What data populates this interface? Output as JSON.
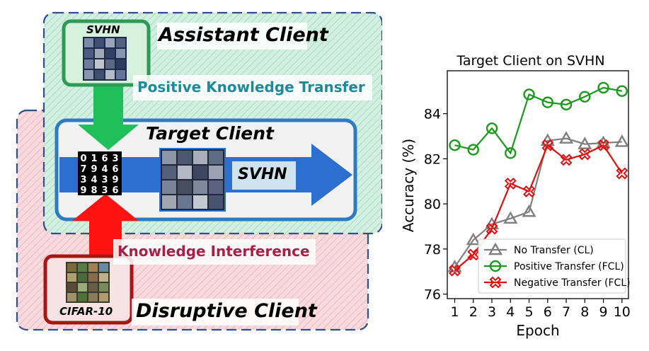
{
  "diagram": {
    "assistant_client": {
      "title": "Assistant Client",
      "dataset": "SVHN",
      "bg": "#c9eadb"
    },
    "disruptive_client": {
      "title": "Disruptive Client",
      "dataset": "CIFAR-10",
      "bg": "#f6cfd3"
    },
    "target_client": {
      "title": "Target Client",
      "stream_label": "SVHN"
    },
    "positive_transfer_label": "Positive Knowledge Transfer",
    "interference_label": "Knowledge Interference",
    "mnist_digits": [
      "0",
      "1",
      "6",
      "3",
      "7",
      "9",
      "4",
      "6",
      "3",
      "4",
      "3",
      "9",
      "9",
      "8",
      "3",
      "6"
    ],
    "colors": {
      "assistant_border": "#2f9a55",
      "assistant_text": "#1e8a9c",
      "disruptive_border": "#a81515",
      "interference_text": "#a82049",
      "target_border": "#2d7bc0",
      "arrow_green": "#1fbf5a",
      "arrow_red": "#ff1212",
      "stream_blue": "#2c6fd0"
    }
  },
  "chart_data": {
    "type": "line",
    "title": "Target Client on SVHN",
    "xlabel": "Epoch",
    "ylabel": "Accuracy (%)",
    "x": [
      1,
      2,
      3,
      4,
      5,
      6,
      7,
      8,
      9,
      10
    ],
    "xlim": [
      0.6,
      10.35
    ],
    "ylim": [
      75.8,
      85.9
    ],
    "yticks": [
      76,
      78,
      80,
      82,
      84
    ],
    "grid": false,
    "legend_position": "lower-right",
    "series": [
      {
        "name": "No Transfer (CL)",
        "color": "#808080",
        "marker": "triangle",
        "values": [
          77.2,
          78.4,
          79.1,
          79.35,
          79.65,
          82.8,
          82.9,
          82.65,
          82.7,
          82.75
        ]
      },
      {
        "name": "Positive Transfer (FCL)",
        "color": "#1a9a1a",
        "marker": "circle",
        "values": [
          82.6,
          82.4,
          83.35,
          82.25,
          84.85,
          84.5,
          84.4,
          84.75,
          85.15,
          85.0
        ]
      },
      {
        "name": "Negative Transfer (FCL)",
        "color": "#e01010",
        "marker": "x",
        "values": [
          77.05,
          77.75,
          78.9,
          80.9,
          80.55,
          82.6,
          81.95,
          82.2,
          82.6,
          81.35
        ]
      }
    ]
  }
}
